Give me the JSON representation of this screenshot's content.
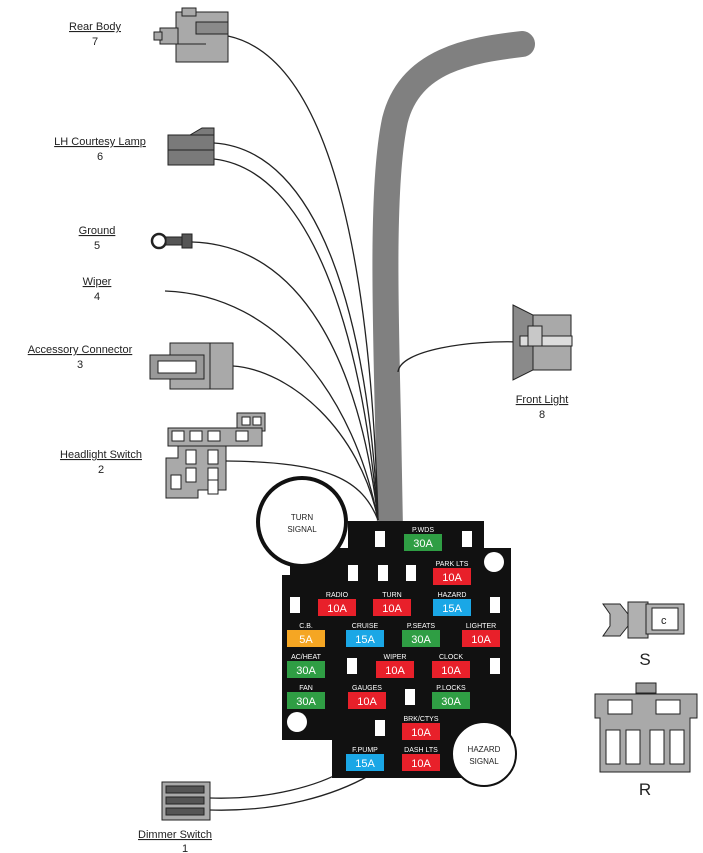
{
  "connectors": [
    {
      "id": "rear-body",
      "name": "Rear Body",
      "number": "7"
    },
    {
      "id": "lh-courtesy-lamp",
      "name": "LH Courtesy Lamp",
      "number": "6"
    },
    {
      "id": "ground",
      "name": "Ground",
      "number": "5"
    },
    {
      "id": "wiper",
      "name": "Wiper",
      "number": "4"
    },
    {
      "id": "accessory-connector",
      "name": "Accessory Connector",
      "number": "3"
    },
    {
      "id": "headlight-switch",
      "name": "Headlight Switch",
      "number": "2"
    },
    {
      "id": "front-light",
      "name": "Front Light",
      "number": "8"
    },
    {
      "id": "dimmer-switch",
      "name": "Dimmer Switch",
      "number": "1"
    }
  ],
  "signals": {
    "turn": [
      "TURN",
      "SIGNAL"
    ],
    "hazard": [
      "HAZARD",
      "SIGNAL"
    ]
  },
  "colors": {
    "red": "#e8202a",
    "blue": "#1aa7e6",
    "green": "#2f9e44",
    "orange": "#f5a623",
    "panel": "#111111",
    "harness": "#808080",
    "connector": "#a9a9a9"
  },
  "fuses": [
    {
      "label": "P.WDS",
      "amp": "30A",
      "color": "green"
    },
    {
      "label": "PARK LTS",
      "amp": "10A",
      "color": "red"
    },
    {
      "label": "RADIO",
      "amp": "10A",
      "color": "red"
    },
    {
      "label": "TURN",
      "amp": "10A",
      "color": "red"
    },
    {
      "label": "HAZARD",
      "amp": "15A",
      "color": "blue"
    },
    {
      "label": "C.B.",
      "amp": "5A",
      "color": "orange"
    },
    {
      "label": "CRUISE",
      "amp": "15A",
      "color": "blue"
    },
    {
      "label": "P.SEATS",
      "amp": "30A",
      "color": "green"
    },
    {
      "label": "LIGHTER",
      "amp": "10A",
      "color": "red"
    },
    {
      "label": "AC/HEAT",
      "amp": "30A",
      "color": "green"
    },
    {
      "label": "WIPER",
      "amp": "10A",
      "color": "red"
    },
    {
      "label": "CLOCK",
      "amp": "10A",
      "color": "red"
    },
    {
      "label": "FAN",
      "amp": "30A",
      "color": "green"
    },
    {
      "label": "GAUGES",
      "amp": "10A",
      "color": "red"
    },
    {
      "label": "P.LOCKS",
      "amp": "30A",
      "color": "green"
    },
    {
      "label": "BRK/CTYS",
      "amp": "10A",
      "color": "red"
    },
    {
      "label": "F.PUMP",
      "amp": "15A",
      "color": "blue"
    },
    {
      "label": "DASH LTS",
      "amp": "10A",
      "color": "red"
    }
  ],
  "terminals": [
    {
      "name": "S"
    },
    {
      "name": "R"
    }
  ]
}
